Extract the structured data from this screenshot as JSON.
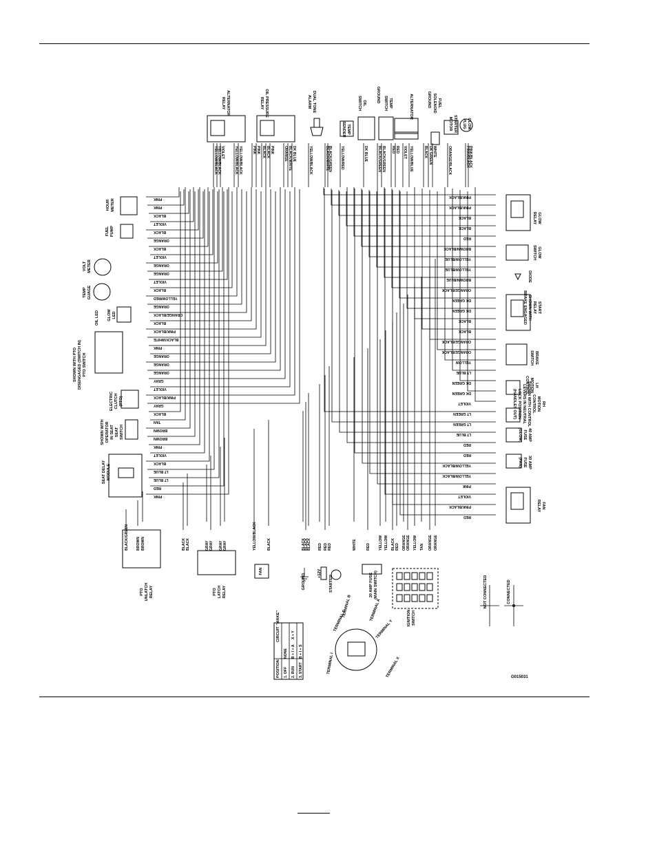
{
  "drawing_code": "G015031",
  "top_components": [
    {
      "id": "alternator-relay",
      "lines": [
        "ALTERNATOR",
        "RELAY"
      ]
    },
    {
      "id": "oil-pressure-relay",
      "lines": [
        "OIL PRESSURE",
        "RELAY"
      ]
    },
    {
      "id": "dual-tone-alarm",
      "lines": [
        "DUAL TONE",
        "ALARM"
      ]
    },
    {
      "id": "temp-sender",
      "lines": [
        "TEMP",
        "SENDER"
      ]
    },
    {
      "id": "oil-switch",
      "lines": [
        "OIL",
        "SWITCH"
      ]
    },
    {
      "id": "ground-top",
      "lines": [
        "GROUND"
      ]
    },
    {
      "id": "temp-switch",
      "lines": [
        "TEMP",
        "SWITCH"
      ]
    },
    {
      "id": "alternator",
      "lines": [
        "ALTERNATOR"
      ]
    },
    {
      "id": "ground-top-2",
      "lines": [
        "GROUND"
      ]
    },
    {
      "id": "fuel-solenoid",
      "lines": [
        "FUEL",
        "SOLENOID"
      ]
    },
    {
      "id": "starter-motor",
      "lines": [
        "STARTER",
        "MOTOR"
      ]
    },
    {
      "id": "glow-plug",
      "lines": [
        "GLOW",
        "PLUG"
      ]
    }
  ],
  "left_components": [
    {
      "id": "hour-meter",
      "lines": [
        "HOUR",
        "METER"
      ]
    },
    {
      "id": "fuel-pump",
      "lines": [
        "FUEL",
        "PUMP"
      ]
    },
    {
      "id": "volt-meter",
      "lines": [
        "VOLT",
        "METER"
      ]
    },
    {
      "id": "temp-gauge",
      "lines": [
        "TEMP",
        "GUAGE"
      ]
    },
    {
      "id": "oil-led",
      "lines": [
        "OIL LED"
      ]
    },
    {
      "id": "glow-led",
      "lines": [
        "GLOW",
        "LED"
      ]
    },
    {
      "id": "pto-switch",
      "lines": [
        "SHOWN WITH PTO",
        "DISENGAGED (SWITCH IN)",
        "PTO SWITCH"
      ]
    },
    {
      "id": "electric-clutch",
      "lines": [
        "ELECTRIC",
        "CLUTCH",
        "(PTO)"
      ]
    },
    {
      "id": "seat-switch",
      "lines": [
        "SHOWN WITH",
        "OPERATOR",
        "IN SEAT",
        "SEAT",
        "SWITCH"
      ]
    },
    {
      "id": "seat-delay-module",
      "lines": [
        "SEAT DELAY",
        "MODULE"
      ]
    },
    {
      "id": "pto-unlatch-relay",
      "lines": [
        "PTO",
        "UNLATCH",
        "RELAY"
      ]
    },
    {
      "id": "pto-latch-relay",
      "lines": [
        "PTO",
        "LATCH",
        "RELAY"
      ]
    }
  ],
  "right_components": [
    {
      "id": "glow-relay",
      "lines": [
        "GLOW",
        "RELAY"
      ]
    },
    {
      "id": "glow-switch",
      "lines": [
        "GLOW",
        "SWITCH"
      ]
    },
    {
      "id": "diode",
      "lines": [
        "DIODE"
      ]
    },
    {
      "id": "start-relay",
      "lines": [
        "START",
        "RELAY",
        "SHOWN WITH",
        "BRAKE ENGAGED"
      ]
    },
    {
      "id": "brake-switch",
      "lines": [
        "BRAKE",
        "SWITCH"
      ]
    },
    {
      "id": "lh-motion-control",
      "lines": [
        "LH",
        "MOTION",
        "CONTROL"
      ]
    },
    {
      "id": "rh-motion-control",
      "lines": [
        "RH",
        "MOTION",
        "CONTROL",
        "SHOWN WITH CONTROL",
        "LEVERS IN NEUTRAL",
        "LOCK POSITION",
        "(HANDLES OUT)"
      ]
    },
    {
      "id": "fuse-40",
      "lines": [
        "40 AMP",
        "FUSE",
        "(GLOW)"
      ]
    },
    {
      "id": "fuse-30",
      "lines": [
        "30 AMP",
        "FUSE",
        "(FAN)"
      ]
    },
    {
      "id": "fan-relay",
      "lines": [
        "FAN",
        "RELAY"
      ]
    }
  ],
  "bottom_components": [
    {
      "id": "fan",
      "lines": [
        "FAN"
      ]
    },
    {
      "id": "ground-bottom",
      "lines": [
        "GROUND"
      ]
    },
    {
      "id": "starter",
      "lines": [
        "STARTER"
      ]
    },
    {
      "id": "fuse-20",
      "lines": [
        "20 AMP FUSE",
        "(MAIN SWITCH)"
      ]
    },
    {
      "id": "ignition-switch",
      "lines": [
        "IGNITION",
        "SWITCH"
      ]
    },
    {
      "id": "not-connected",
      "lines": [
        "NOT CONNECTED"
      ]
    },
    {
      "id": "connected",
      "lines": [
        "CONNECTED"
      ]
    }
  ],
  "wire_labels_top": [
    "YELLOW/BLACK",
    "YELLOW/BLACK",
    "VIOLET",
    "YELLOW/BLACK",
    "YELLOW/BLACK",
    "PINK",
    "PINK",
    "BLACK",
    "BLACK",
    "PINK",
    "ORANGE",
    "BLACK/WHITE",
    "DK BLUE",
    "YELLOW/BLACK",
    "BLACK/WHITE",
    "BLACK/GREEN",
    "YELLOW/RED",
    "DK BLUE",
    "BLACK/GREEN",
    "BLACK/GREEN",
    "RED",
    "RED",
    "VIOLET",
    "YELLOW/BLUE",
    "BLACK",
    "DK GREEN",
    "WHITE",
    "ORANGE/BLACK",
    "PINK/BLACK",
    "PINK/BLACK"
  ],
  "wire_labels_left": [
    "PINK",
    "PINK",
    "BLACK",
    "VIOLET",
    "BLACK",
    "ORANGE",
    "BLACK",
    "VIOLET",
    "ORANGE",
    "ORANGE",
    "VIOLET",
    "BLACK",
    "YELLOW/RED",
    "ORANGE",
    "ORANGE/BLACK",
    "BLACK",
    "PINK/BLACK",
    "BLACK/WHITE",
    "PINK",
    "ORANGE",
    "ORANGE",
    "ORANGE",
    "GRAY",
    "VIOLET",
    "PINK/BLACK",
    "GRAY",
    "BLACK",
    "TAN",
    "BROWN",
    "BROWN",
    "PINK",
    "VIOLET",
    "BLACK",
    "LT BLUE",
    "LT BLUE",
    "RED",
    "PINK"
  ],
  "wire_labels_right": [
    "PINK/BLACK",
    "PINK/BLACK",
    "BLACK",
    "BLACK",
    "RED",
    "BROWN/BLACK",
    "YELLOW/BLUE",
    "YELLOW/BLUE",
    "BROWN/BLUE",
    "ORANGE/BLACK",
    "DK GREEN",
    "DK GREEN",
    "BLACK",
    "BLACK",
    "ORANGE/BLACK",
    "ORANGE/BLACK",
    "YELLOW",
    "LT BLUE",
    "DK GREEN",
    "DK GREEN",
    "VIOLET",
    "LT GREEN",
    "LT GREEN",
    "LT BLUE",
    "RED",
    "RED",
    "YELLOW/BLACK",
    "YELLOW/BLACK",
    "PINK",
    "VIOLET",
    "PINK/BLACK",
    "RED"
  ],
  "wire_labels_bottom": [
    "BLACK/GREEN",
    "BROWN",
    "BROWN",
    "BLACK",
    "BLACK",
    "GRAY",
    "GRAY",
    "GRAY",
    "GRAY",
    "YELLOW/BLACK",
    "BLACK",
    "BLACK",
    "BLACK",
    "BLACK",
    "RED",
    "RED",
    "RED",
    "WHITE",
    "RED",
    "YELLOW",
    "YELLOW",
    "BLACK",
    "RED",
    "ORANGE",
    "ORANGE",
    "YELLOW",
    "TAN",
    "ORANGE",
    "ORANGE"
  ],
  "key_switch_terminals": [
    "TERMINAL S",
    "TERMINAL B",
    "TERMINAL A",
    "TERMINAL Y",
    "TERMINAL I",
    "TERMINAL X",
    "+12V"
  ],
  "position_table": {
    "headers": [
      "POSITION",
      "CIRCUIT \"MAKE\""
    ],
    "rows": [
      [
        "1. OFF",
        "NONE"
      ],
      [
        "2. RUN",
        "B + I + A",
        "X + Y"
      ],
      [
        "3. START",
        "B + I + S"
      ]
    ]
  }
}
